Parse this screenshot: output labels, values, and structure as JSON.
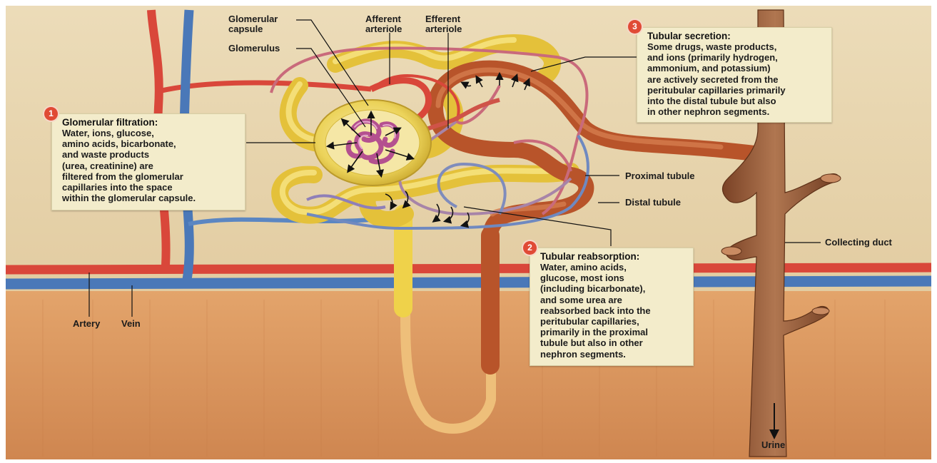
{
  "labels": {
    "glomerular_capsule_1": "Glomerular",
    "glomerular_capsule_2": "capsule",
    "glomerulus": "Glomerulus",
    "afferent_1": "Afferent",
    "afferent_2": "arteriole",
    "efferent_1": "Efferent",
    "efferent_2": "arteriole",
    "proximal_tubule": "Proximal tubule",
    "distal_tubule": "Distal tubule",
    "collecting_duct": "Collecting duct",
    "artery": "Artery",
    "vein": "Vein",
    "urine": "Urine"
  },
  "boxes": {
    "filtration": {
      "number": "1",
      "title": "Glomerular filtration:",
      "body": "Water, ions, glucose,\namino acids, bicarbonate,\nand waste products\n(urea, creatinine) are\nfiltered from the glomerular\ncapillaries into the space\nwithin the glomerular capsule."
    },
    "reabsorption": {
      "number": "2",
      "title": "Tubular reabsorption:",
      "body": "Water, amino acids,\nglucose, most ions\n(including bicarbonate),\nand some urea are\nreabsorbed back into the\nperitubular capillaries,\nprimarily in the proximal\ntubule but also in other\nnephron segments."
    },
    "secretion": {
      "number": "3",
      "title": "Tubular secretion:",
      "body": "Some drugs, waste products,\nand ions (primarily hydrogen,\nammonium, and potassium)\nare actively secreted from the\nperitubular capillaries primarily\ninto the distal tubule but also\nin other nephron segments."
    }
  },
  "colors": {
    "tissue_upper": "#e8d6b2",
    "tissue_lower": "#d8965f",
    "artery": "#d9473a",
    "vein": "#4a78b8",
    "proximal_tubule": "#efd24a",
    "distal_tubule": "#b8542a",
    "collecting_duct": "#9a5f3e",
    "glomerulus": "#b4508f",
    "callout_box": "#f3eccb",
    "number_badge": "#e04a35"
  }
}
